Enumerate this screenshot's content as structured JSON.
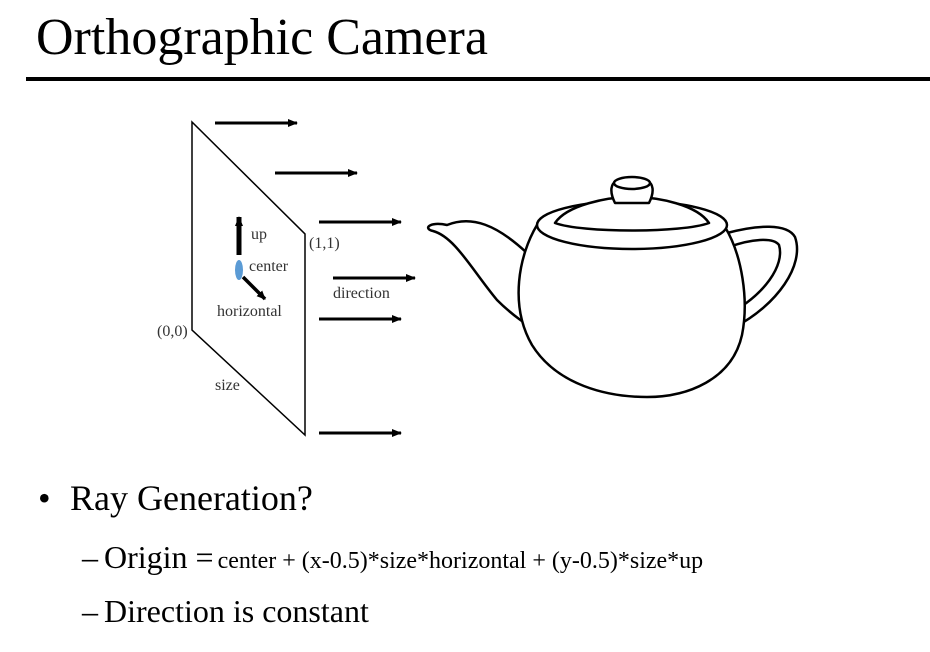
{
  "slide": {
    "title": "Orthographic Camera"
  },
  "figure": {
    "labels": {
      "up": "up",
      "center": "center",
      "horizontal": "horizontal",
      "corner_min": "(0,0)",
      "corner_max": "(1,1)",
      "direction": "direction",
      "size": "size"
    },
    "colors": {
      "center_marker": "#5b9bd5",
      "lines": "#000000"
    }
  },
  "bullets": {
    "main": "Ray Generation?",
    "items": [
      {
        "dash": "–",
        "lead": "Origin =",
        "formula": "center + (x-0.5)*size*horizontal + (y-0.5)*size*up"
      },
      {
        "dash": "–",
        "text": "Direction is constant"
      }
    ]
  }
}
